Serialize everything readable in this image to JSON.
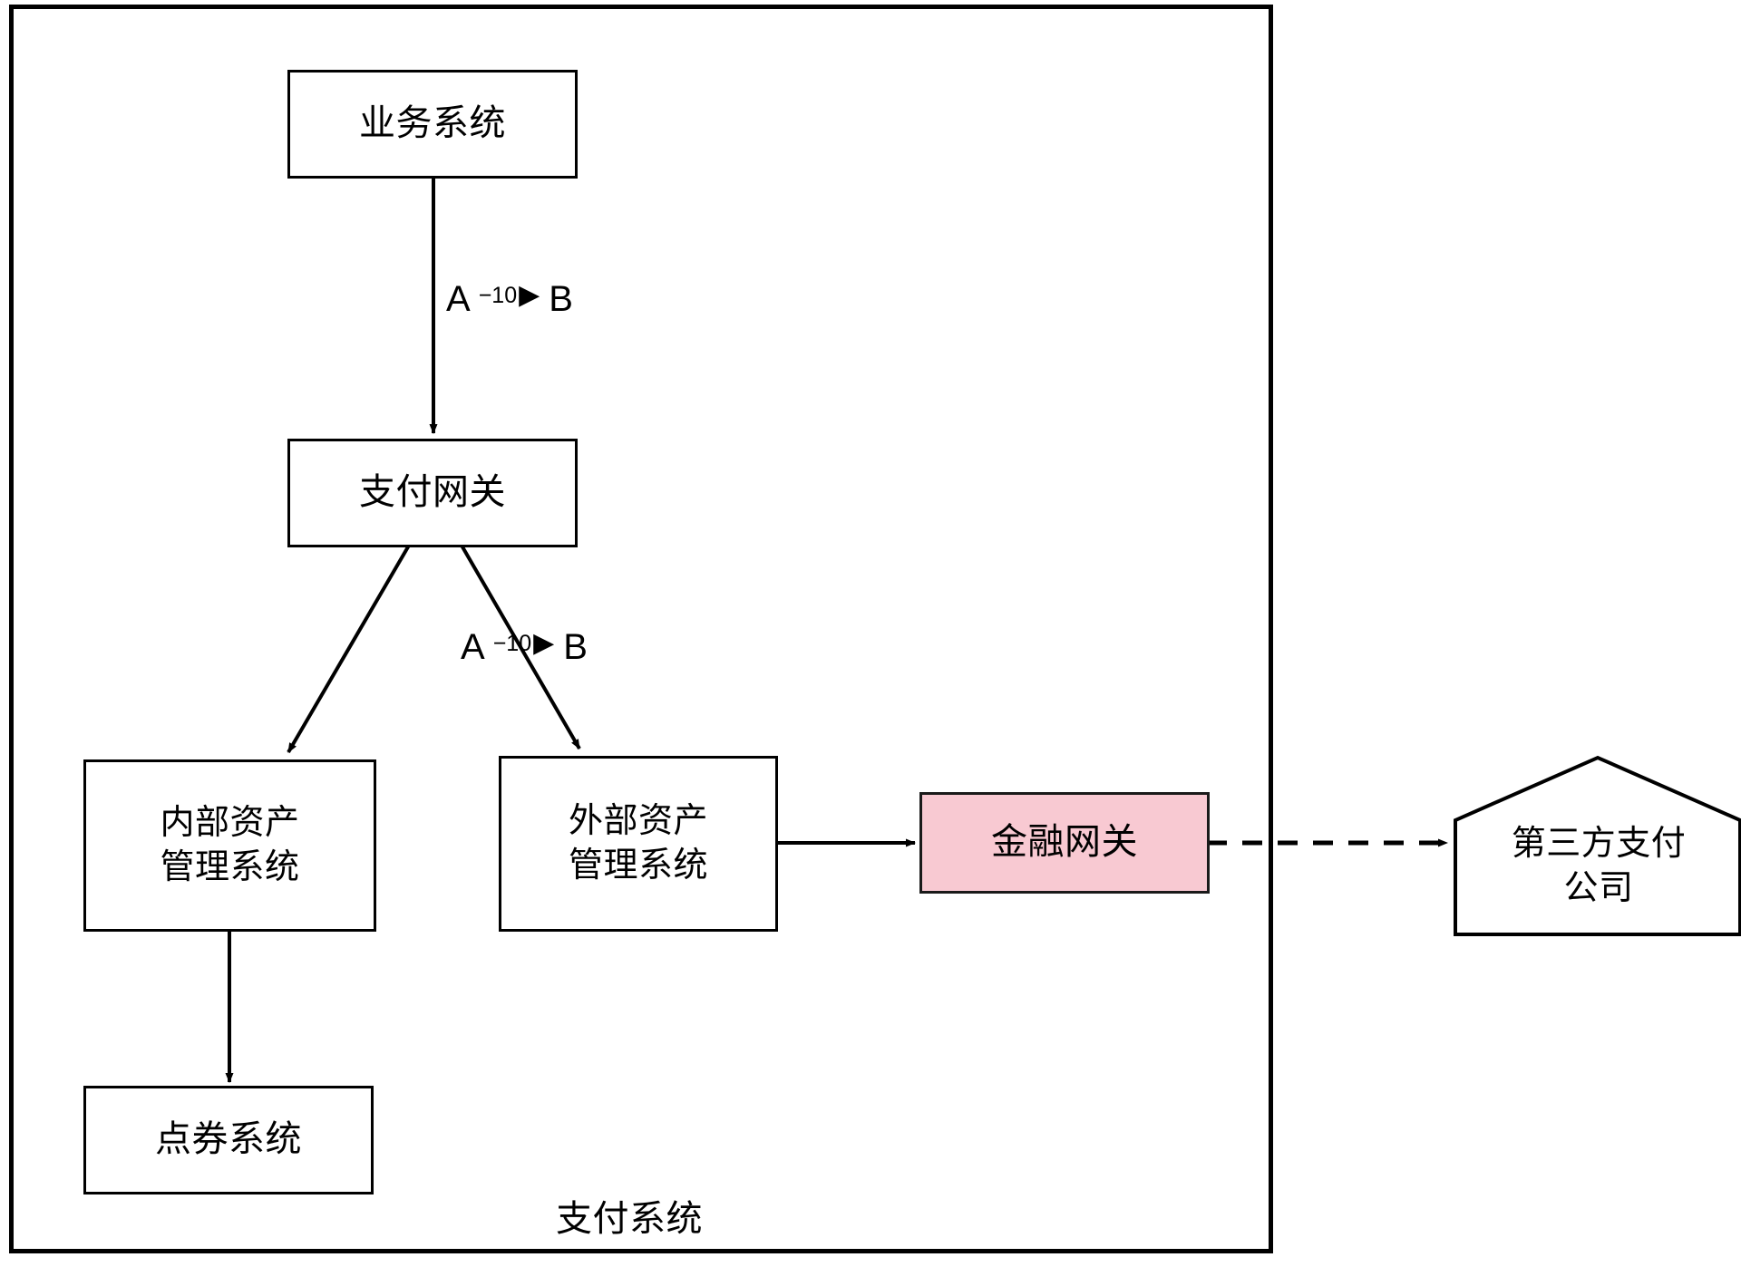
{
  "diagram": {
    "title_label": "支付系统",
    "container": {
      "name": "支付系统"
    },
    "colors": {
      "stroke": "#000000",
      "background": "#ffffff",
      "highlight_fill": "#f8c9d2",
      "highlight_stroke": "#1a1a1a"
    },
    "nodes": [
      {
        "id": "business-system",
        "label": "业务系统",
        "shape": "rectangle",
        "fill": "#ffffff"
      },
      {
        "id": "payment-gateway",
        "label": "支付网关",
        "shape": "rectangle",
        "fill": "#ffffff"
      },
      {
        "id": "internal-asset-system",
        "label": "内部资产\n管理系统",
        "shape": "rectangle",
        "fill": "#ffffff"
      },
      {
        "id": "external-asset-system",
        "label": "外部资产\n管理系统",
        "shape": "rectangle",
        "fill": "#ffffff"
      },
      {
        "id": "financial-gateway",
        "label": "金融网关",
        "shape": "rectangle",
        "fill": "#f8c9d2"
      },
      {
        "id": "point-voucher-system",
        "label": "点券系统",
        "shape": "rectangle",
        "fill": "#ffffff"
      },
      {
        "id": "third-party-payment-company",
        "label": "第三方支付\n公司",
        "shape": "pentagon",
        "fill": "#ffffff"
      }
    ],
    "edges": [
      {
        "id": "business-to-gateway",
        "from": "business-system",
        "to": "payment-gateway",
        "style": "solid",
        "label": {
          "source": "A",
          "amount": "−10",
          "arrow": "▶",
          "target": "B"
        }
      },
      {
        "id": "gateway-to-internal",
        "from": "payment-gateway",
        "to": "internal-asset-system",
        "style": "solid",
        "label": null
      },
      {
        "id": "gateway-to-external",
        "from": "payment-gateway",
        "to": "external-asset-system",
        "style": "solid",
        "label": {
          "source": "A",
          "amount": "−10",
          "arrow": "▶",
          "target": "B"
        }
      },
      {
        "id": "internal-to-voucher",
        "from": "internal-asset-system",
        "to": "point-voucher-system",
        "style": "solid",
        "label": null
      },
      {
        "id": "external-to-financial",
        "from": "external-asset-system",
        "to": "financial-gateway",
        "style": "solid",
        "label": null
      },
      {
        "id": "financial-to-thirdparty",
        "from": "financial-gateway",
        "to": "third-party-payment-company",
        "style": "dashed",
        "label": null
      }
    ]
  }
}
